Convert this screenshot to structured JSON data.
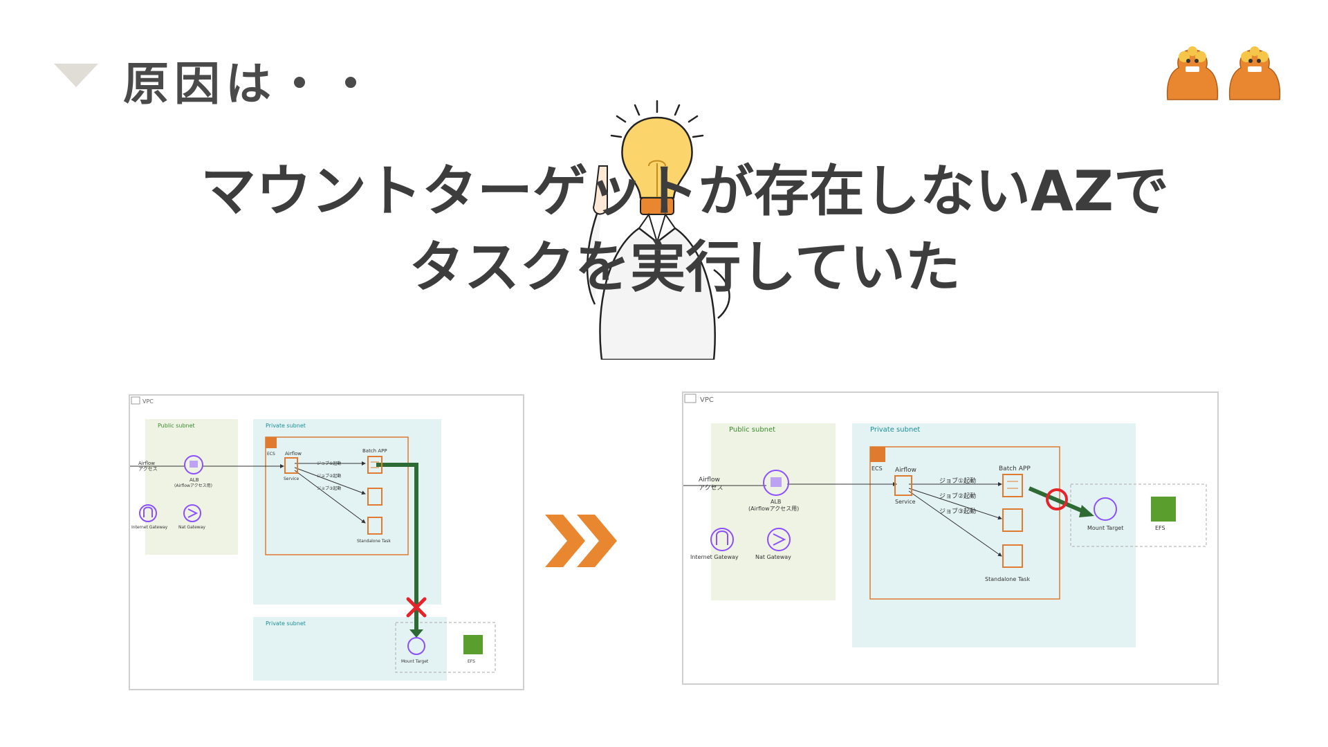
{
  "slide": {
    "title": "原因は・・"
  },
  "headline": {
    "line1": "マウントターゲットが存在しないAZで",
    "line2": "タスクを実行していた"
  },
  "colors": {
    "green_arrow": "#2e6b34",
    "red_mark": "#e5232b",
    "orange_arrows": "#e8872f",
    "public_subnet_bg": "#eef3e4",
    "private_subnet_bg": "#e3f2f3",
    "ecs_orange": "#e07a2e",
    "alb_purple": "#8c4fff",
    "efs_green": "#5a9e2e"
  },
  "diagram_before": {
    "vpc": "VPC",
    "public_subnet": "Public subnet",
    "private_subnet_top": "Private subnet",
    "private_subnet_bottom": "Private subnet",
    "ecs": "ECS",
    "user_label": "Airflow",
    "user_label2": "アクセス",
    "alb": "ALB",
    "alb_sub": "(Airflowアクセス用)",
    "igw": "Internet Gateway",
    "natgw": "Nat Gateway",
    "airflow": "Airflow",
    "service": "Service",
    "batch_app": "Batch APP",
    "job1": "ジョブ①起動",
    "job2": "ジョブ②起動",
    "job3": "ジョブ③起動",
    "standalone": "Standalone Task",
    "mount_target": "Mount Target",
    "efs": "EFS"
  },
  "diagram_after": {
    "vpc": "VPC",
    "public_subnet": "Public subnet",
    "private_subnet": "Private subnet",
    "ecs": "ECS",
    "user_label": "Airflow",
    "user_label2": "アクセス",
    "alb": "ALB",
    "alb_sub": "(Airflowアクセス用)",
    "igw": "Internet Gateway",
    "natgw": "Nat Gateway",
    "airflow": "Airflow",
    "service": "Service",
    "batch_app": "Batch APP",
    "job1": "ジョブ①起動",
    "job2": "ジョブ②起動",
    "job3": "ジョブ③起動",
    "standalone": "Standalone Task",
    "mount_target": "Mount Target",
    "efs": "EFS"
  },
  "icons": {
    "title_marker": "triangle-down-icon",
    "mascot": "shisa-lion-icon",
    "illustration": "lightbulb-head-person-icon",
    "transition": "double-chevron-right-icon"
  }
}
